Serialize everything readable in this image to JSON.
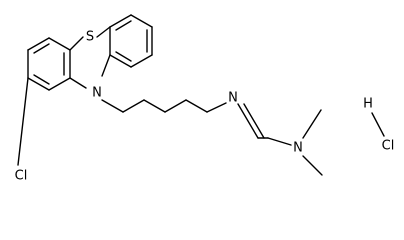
{
  "atoms": {
    "sulfur": "S",
    "ring_nitrogen": "N",
    "chlorine": "Cl",
    "imine_nitrogen": "N",
    "amine_nitrogen": "N",
    "hcl_hydrogen": "H",
    "hcl_chlorine": "Cl"
  }
}
